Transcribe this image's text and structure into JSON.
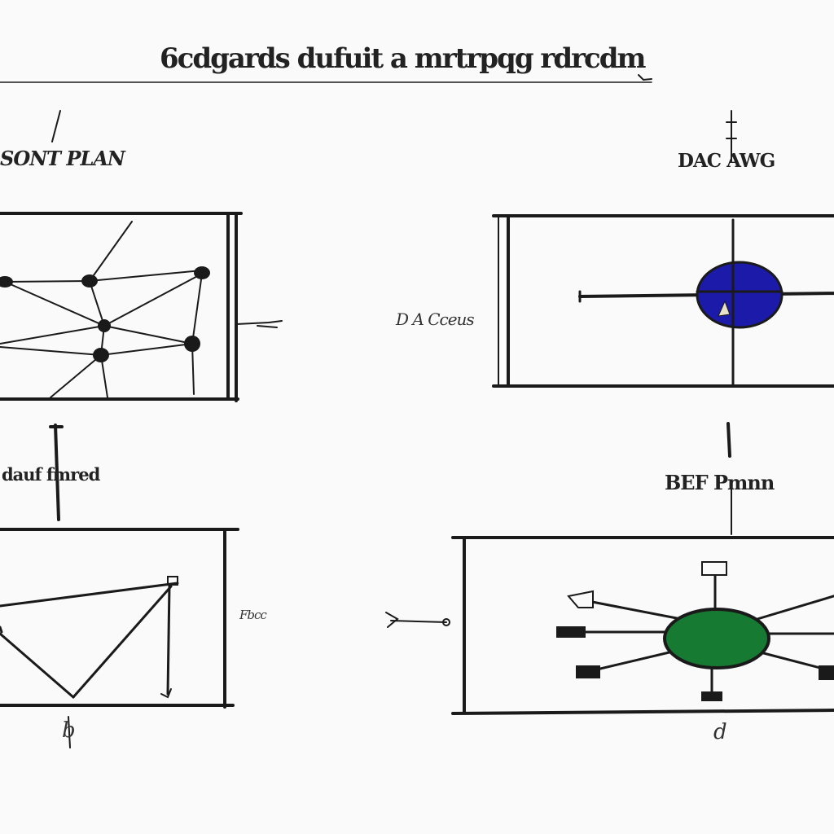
{
  "title": "6cdgards dufuit a mrtrpqg rdrcdm",
  "panels": {
    "top_left": {
      "label": "SONT PLAN"
    },
    "top_right": {
      "label": "DAC AWG",
      "node_color": "#1c1aa8"
    },
    "bottom_left": {
      "label": "dauf fmred"
    },
    "bottom_right": {
      "label": "BEF Pmnn",
      "node_color": "#177a32"
    }
  },
  "annotations": {
    "n1": "D A Cceus",
    "n2": "Fbcc",
    "n3": "b",
    "n4": "d"
  },
  "colors": {
    "ink": "#1a1a1a",
    "paper": "#fafafa"
  }
}
